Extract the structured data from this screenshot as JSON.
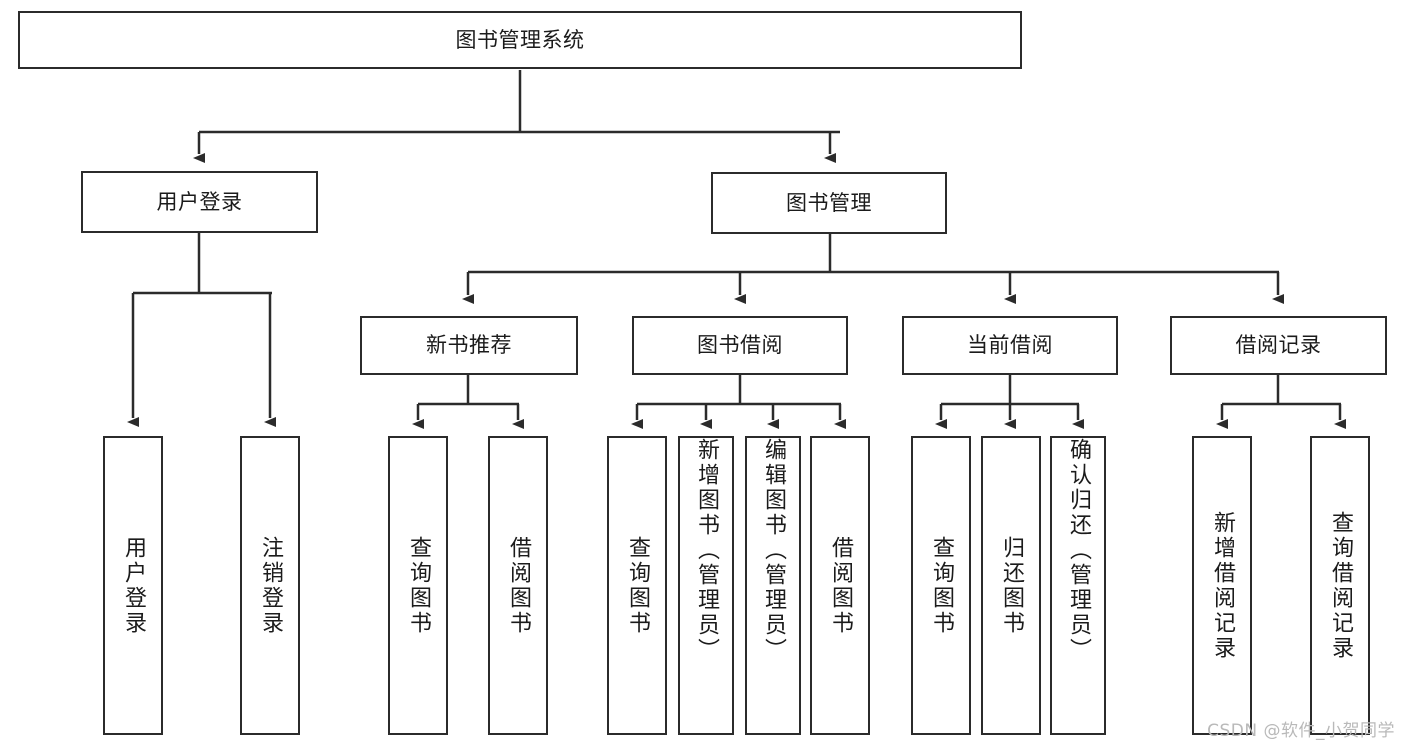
{
  "diagram": {
    "type": "tree-hierarchy-diagram",
    "title": "图书管理系统",
    "background_color": "#ffffff",
    "box_border_color": "#2b2b2b",
    "connector_color": "#2b2b2b",
    "text_color": "#1b1b1b"
  },
  "nodes": {
    "root": {
      "label": "图书管理系统"
    },
    "level2": [
      {
        "label": "用户登录"
      },
      {
        "label": "图书管理"
      }
    ],
    "level3": [
      {
        "label": "新书推荐"
      },
      {
        "label": "图书借阅"
      },
      {
        "label": "当前借阅"
      },
      {
        "label": "借阅记录"
      }
    ],
    "leaves": {
      "user_login": [
        {
          "label": "用户登录"
        },
        {
          "label": "注销登录"
        }
      ],
      "new_book_recommend": [
        {
          "label": "查询图书"
        },
        {
          "label": "借阅图书"
        }
      ],
      "book_borrow": [
        {
          "label": "查询图书"
        },
        {
          "label": "新增图书（管理员）"
        },
        {
          "label": "编辑图书（管理员）"
        },
        {
          "label": "借阅图书"
        }
      ],
      "current_borrow": [
        {
          "label": "查询图书"
        },
        {
          "label": "归还图书"
        },
        {
          "label": "确认归还（管理员）"
        }
      ],
      "borrow_record": [
        {
          "label": "新增借阅记录"
        },
        {
          "label": "查询借阅记录"
        }
      ]
    }
  },
  "watermark": {
    "text": "CSDN @软件_小贺同学"
  }
}
